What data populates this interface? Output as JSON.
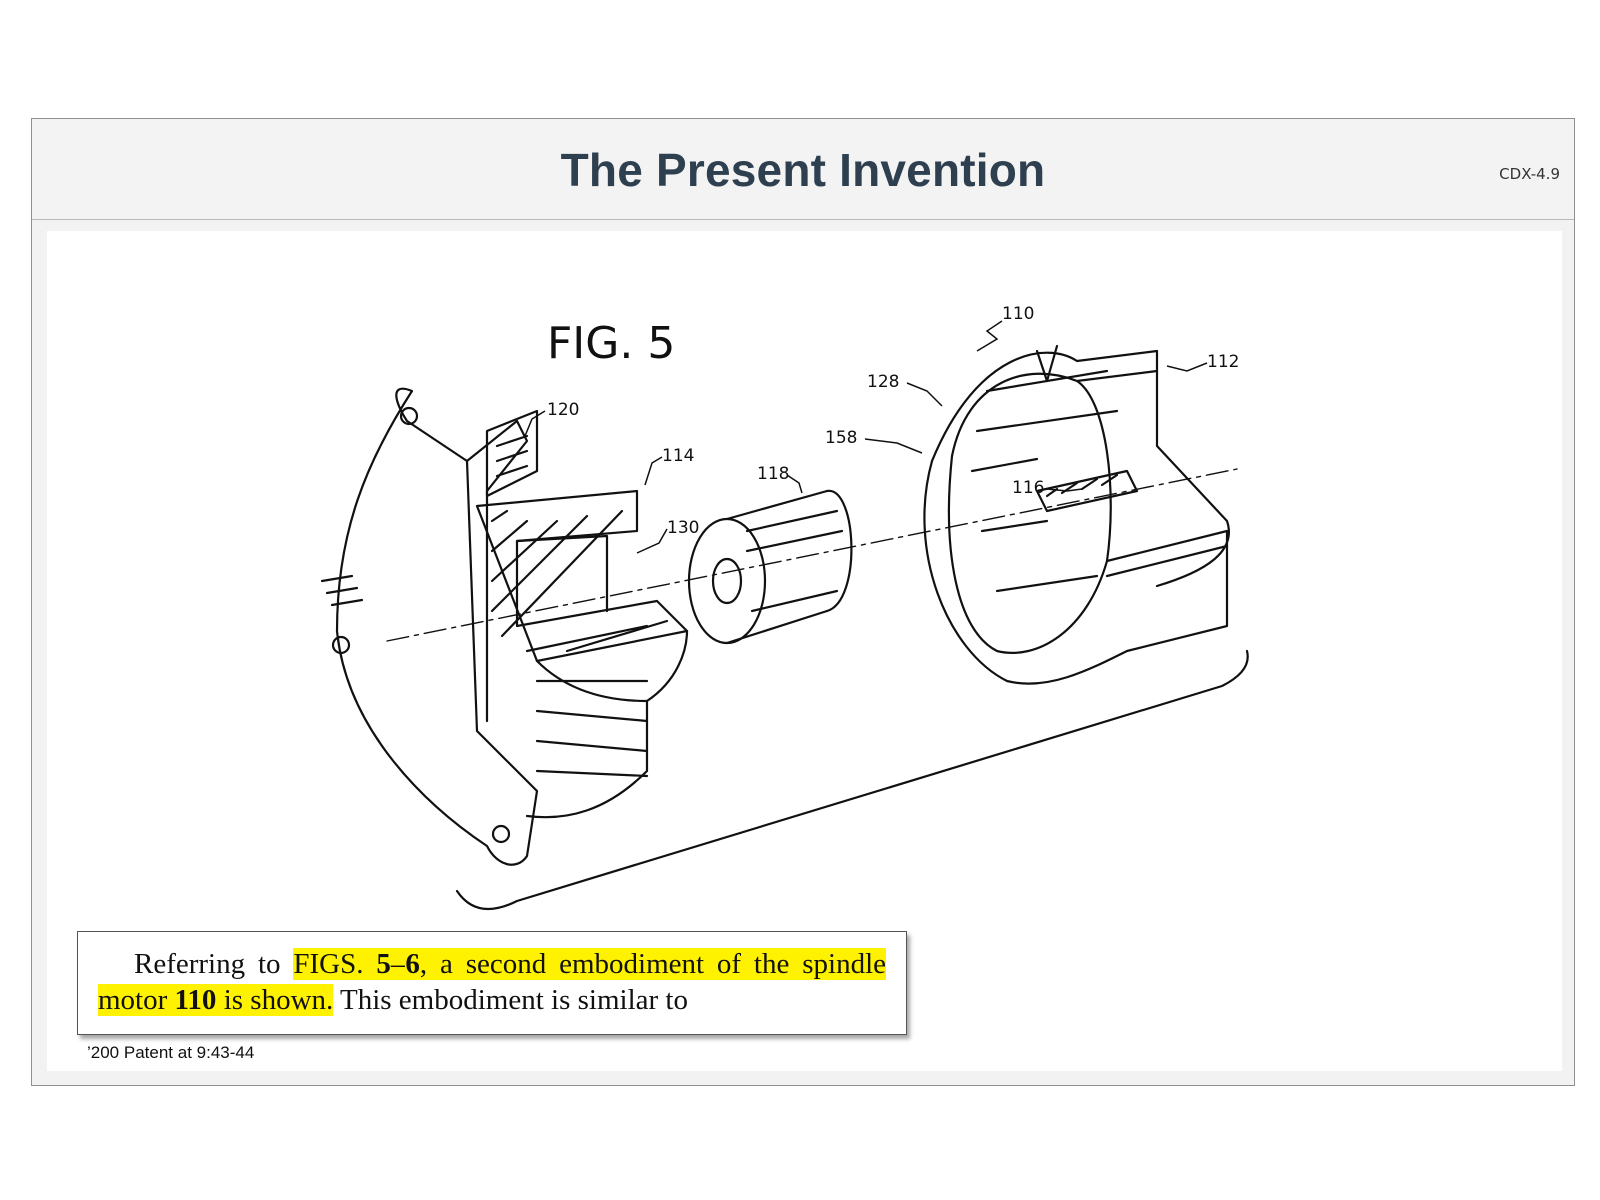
{
  "header": {
    "title": "The Present Invention",
    "slide_id": "CDX-4.9"
  },
  "figure": {
    "label": "FIG. 5",
    "reference_numerals": [
      "110",
      "112",
      "128",
      "158",
      "116",
      "118",
      "114",
      "130",
      "120"
    ]
  },
  "quote": {
    "part1": "Referring to ",
    "part2_hl": "FIGS. ",
    "part3_hl_bold": "5",
    "part4_hl": "–",
    "part5_hl_bold": "6",
    "part6_hl": ", a second embodiment of the spindle motor ",
    "part7_hl_bold": "110",
    "part8_hl": " is shown.",
    "part9": " This embodiment is similar to"
  },
  "citation": "’200 Patent at 9:43-44"
}
